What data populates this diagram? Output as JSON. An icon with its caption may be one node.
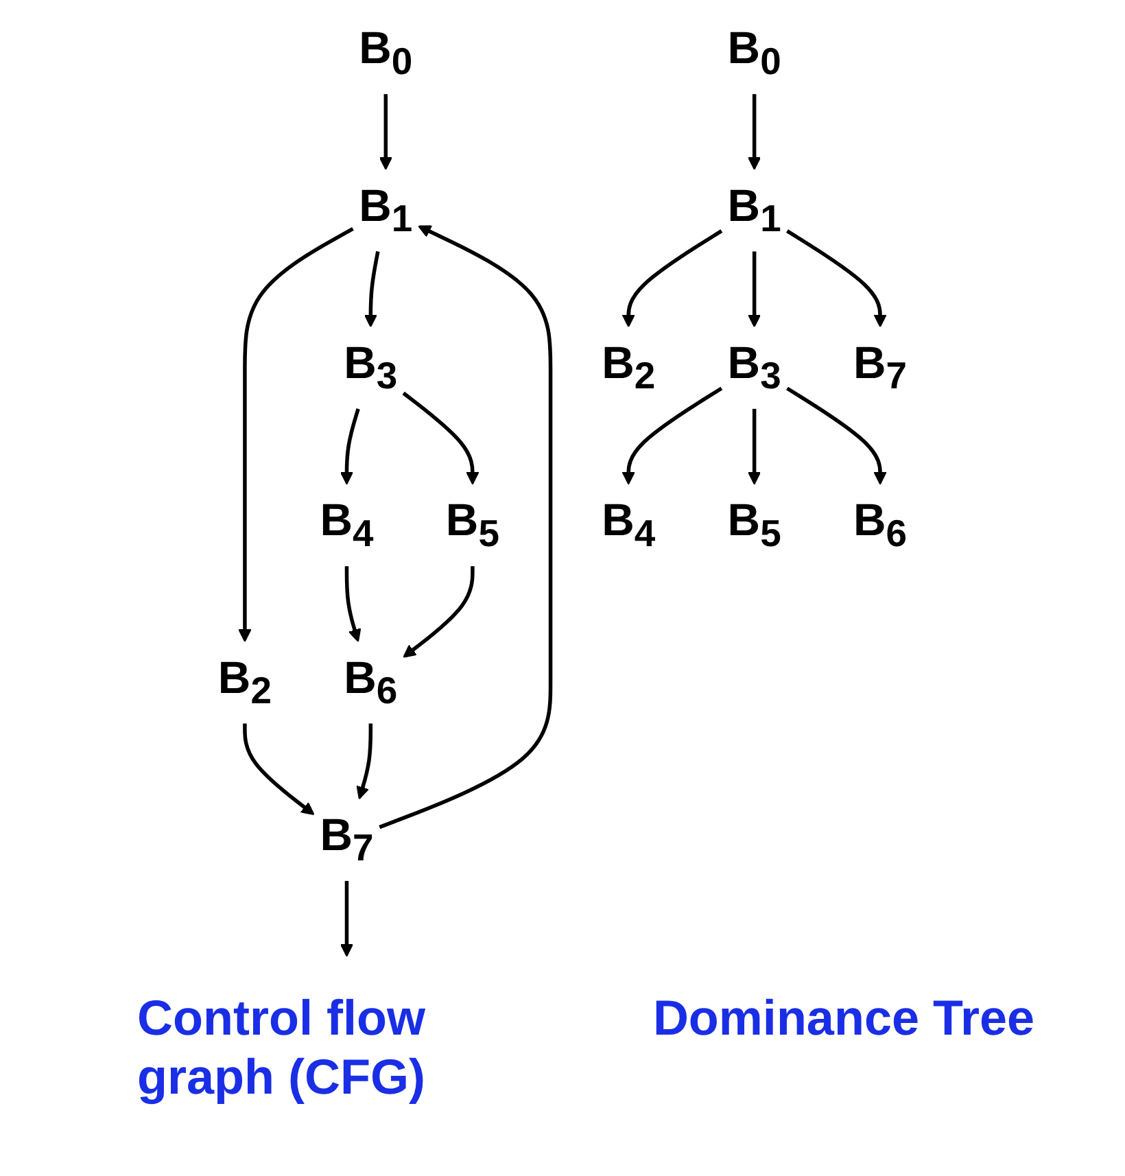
{
  "diagram": {
    "nodes": [
      {
        "text": [
          "B$_{0}$"
        ]
      },
      {
        "text": [
          "B$_{1}$"
        ]
      },
      {
        "text": [
          "B$_{2}$"
        ]
      },
      {
        "text": [
          "B$_{3}$"
        ]
      },
      {
        "text": [
          "B$_{4}$"
        ]
      },
      {
        "text": [
          "B$_{5}$"
        ]
      },
      {
        "text": [
          "B$_{6}$"
        ]
      },
      {
        "text": [
          "B$_{7}$"
        ]
      },
      {
        "text": [
          "B$_{0}$"
        ]
      },
      {
        "text": [
          "B$_{1}$"
        ]
      },
      {
        "text": [
          "B$_{2}$"
        ]
      },
      {
        "text": [
          "B$_{3}$"
        ]
      },
      {
        "text": [
          "B$_{4}$"
        ]
      },
      {
        "text": [
          "B$_{5}$"
        ]
      },
      {
        "text": [
          "B$_{6}$"
        ]
      },
      {
        "text": [
          "B$_{7}$"
        ]
      }
    ],
    "edges": [
      {
        "from": 0,
        "to": 1,
        "arrow": "to"
      },
      {
        "from": 1,
        "to": 2,
        "arrow": "to"
      },
      {
        "from": 1,
        "to": 3,
        "arrow": "to"
      },
      {
        "from": 2,
        "to": 7,
        "arrow": "to"
      },
      {
        "from": 3,
        "to": 4,
        "arrow": "to"
      },
      {
        "from": 3,
        "to": 5,
        "arrow": "to"
      },
      {
        "from": 4,
        "to": 6,
        "arrow": "to"
      },
      {
        "from": 5,
        "to": 6,
        "arrow": "to"
      },
      {
        "from": 6,
        "to": 7,
        "arrow": "to"
      },
      {
        "from": 7,
        "to": 1,
        "arrow": "to"
      },
      {
        "from": 7,
        "to": null,
        "arrow": "to"
      },
      {
        "from": 8,
        "to": 9,
        "arrow": "to"
      },
      {
        "from": 9,
        "to": 10,
        "arrow": "to"
      },
      {
        "from": 9,
        "to": 11,
        "arrow": "to"
      },
      {
        "from": 11,
        "to": 12,
        "arrow": "to"
      },
      {
        "from": 11,
        "to": 13,
        "arrow": "to"
      },
      {
        "from": 11,
        "to": 14,
        "arrow": "to"
      },
      {
        "from": 9,
        "to": 15,
        "arrow": "to"
      }
    ],
    "labels": [
      "Control flow graph (CFG)",
      "Dominance Tree"
    ]
  }
}
